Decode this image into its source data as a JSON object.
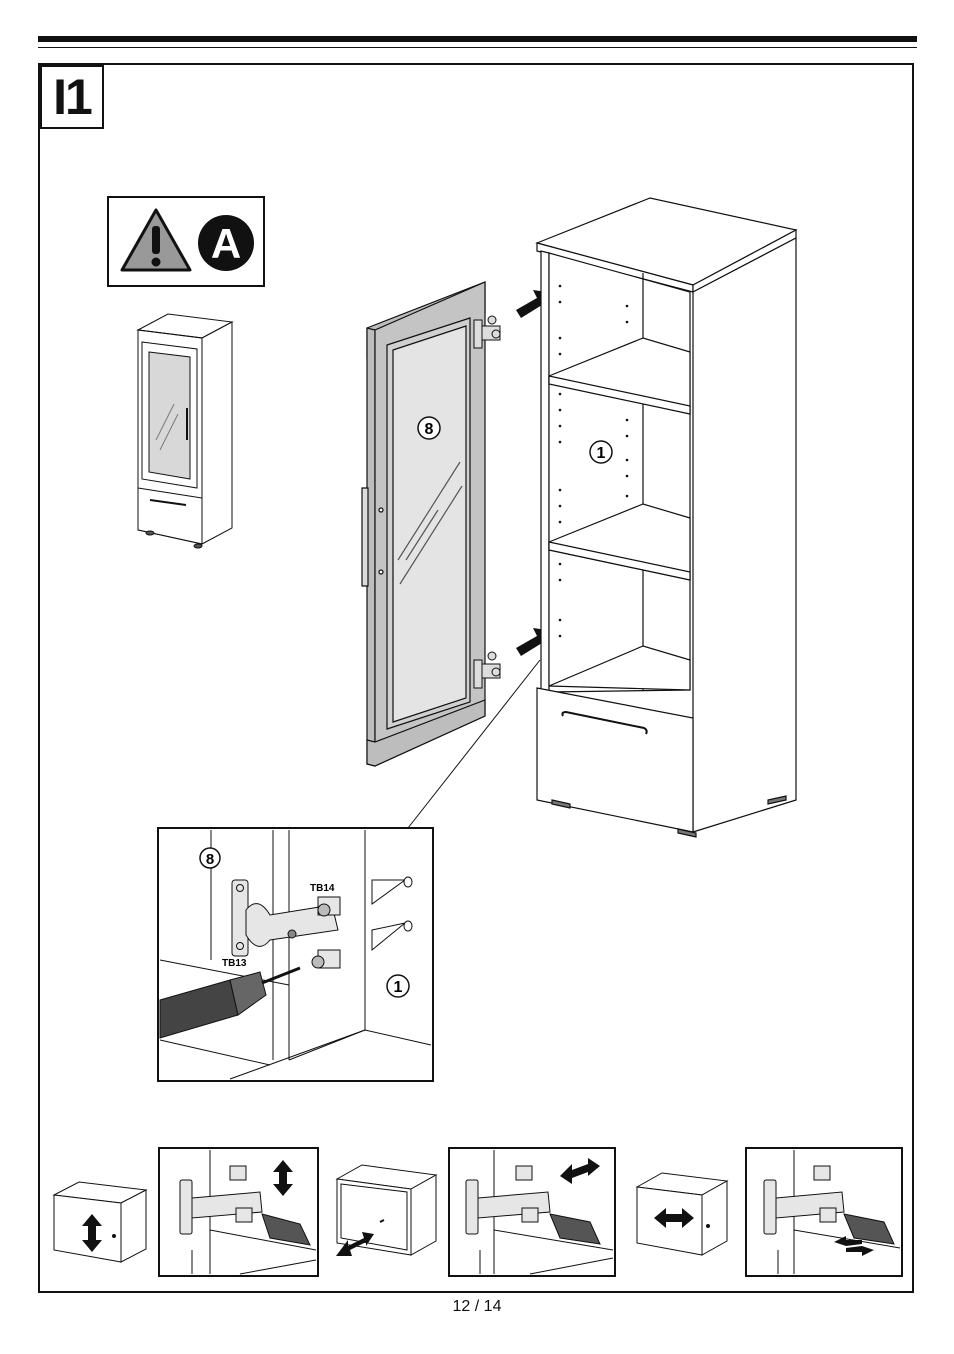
{
  "step": {
    "label": "I1"
  },
  "warning": {
    "icon": "warning-triangle-icon",
    "badge_letter": "A"
  },
  "parts": {
    "door": "8",
    "cabinet": "1"
  },
  "detail": {
    "door_part": "8",
    "cabinet_part": "1",
    "hinge_label": "TB14",
    "screw_label": "TB13"
  },
  "adjustments": [
    {
      "name": "vertical",
      "icon": "vertical-arrow-icon"
    },
    {
      "name": "depth",
      "icon": "depth-arrow-icon"
    },
    {
      "name": "horizontal",
      "icon": "horizontal-arrow-icon"
    }
  ],
  "page": {
    "number": "12 / 14"
  }
}
